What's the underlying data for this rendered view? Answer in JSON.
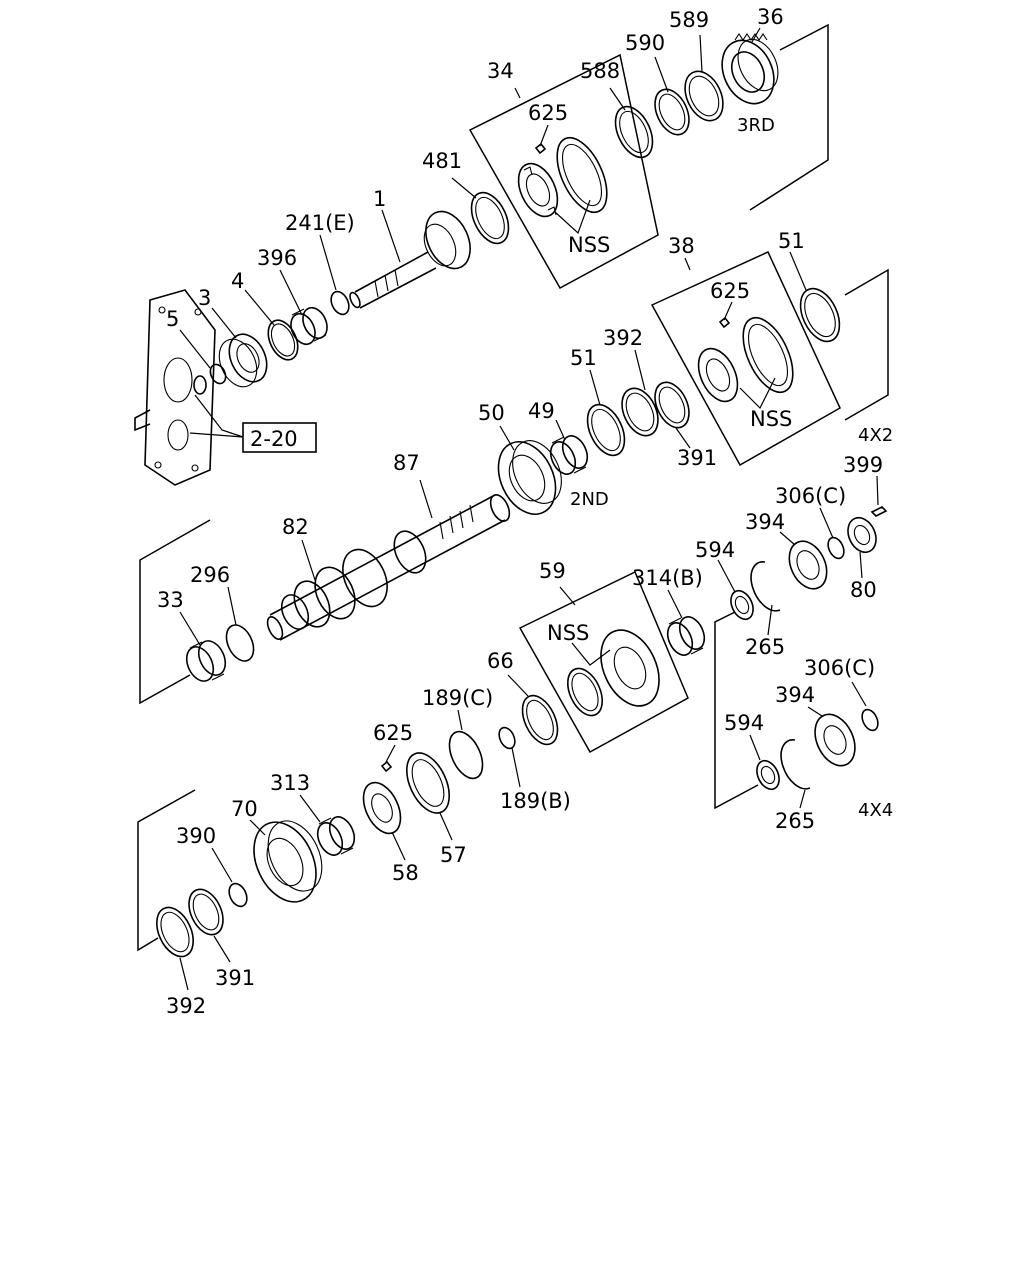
{
  "labels": {
    "l36": "36",
    "l589": "589",
    "l590": "590",
    "l588": "588",
    "l34": "34",
    "l3rd": "3RD",
    "l625a": "625",
    "l481": "481",
    "l1": "1",
    "lnss1": "NSS",
    "l241e": "241(E)",
    "l396": "396",
    "l4": "4",
    "l3": "3",
    "l5": "5",
    "l38": "38",
    "l51a": "51",
    "l625b": "625",
    "l392a": "392",
    "l51b": "51",
    "l49": "49",
    "l50": "50",
    "lnss2": "NSS",
    "l391a": "391",
    "l2nd": "2ND",
    "l87": "87",
    "l4x2": "4X2",
    "l399": "399",
    "l306ca": "306(C)",
    "l394a": "394",
    "l82": "82",
    "l594a": "594",
    "l80": "80",
    "l296": "296",
    "l59": "59",
    "l314b": "314(B)",
    "l33": "33",
    "lnss3": "NSS",
    "l265a": "265",
    "l66": "66",
    "l306cb": "306(C)",
    "l189c": "189(C)",
    "l394b": "394",
    "l625c": "625",
    "l594b": "594",
    "l313": "313",
    "l70": "70",
    "l189b": "189(B)",
    "l390": "390",
    "l58": "58",
    "l57": "57",
    "l265b": "265",
    "l4x4": "4X4",
    "l391b": "391",
    "l392b": "392"
  },
  "reference": {
    "label": "2-20"
  }
}
